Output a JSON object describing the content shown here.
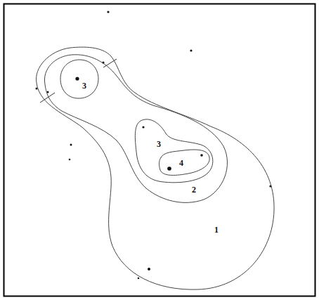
{
  "diagram": {
    "nodes": [
      {
        "text": [
          "1"
        ]
      },
      {
        "text": [
          "2"
        ],
        "in": 0
      },
      {
        "text": [
          "3"
        ],
        "in": 1
      },
      {
        "text": [
          "3"
        ],
        "in": 1
      },
      {
        "text": [
          "4"
        ],
        "in": 3
      }
    ]
  }
}
